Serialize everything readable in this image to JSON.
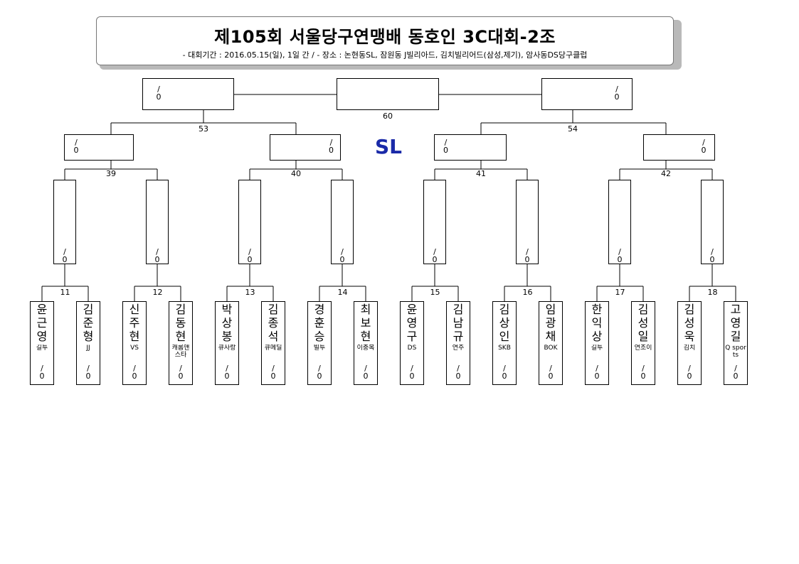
{
  "header": {
    "title": "제105회 서울당구연맹배 동호인 3C대회-2조",
    "subtitle": "- 대회기간 : 2016.05.15(일), 1일 간 / - 장소 : 논현동SL, 잠원동 J빌리아드, 김치빌리어드(삼성,제기), 암사동DS당구클럽"
  },
  "venue_label": "SL",
  "score_placeholder": "/ 0",
  "match_numbers": {
    "final": "60",
    "semi_left": "53",
    "semi_right": "54",
    "qf": [
      "39",
      "40",
      "41",
      "42"
    ],
    "r16": [
      "11",
      "12",
      "13",
      "14",
      "15",
      "16",
      "17",
      "18"
    ]
  },
  "players": [
    {
      "name": "윤근영",
      "club": "길투"
    },
    {
      "name": "김준형",
      "club": "JJ"
    },
    {
      "name": "신주현",
      "club": "VS"
    },
    {
      "name": "김동현",
      "club": "캐롬앤스타"
    },
    {
      "name": "박상봉",
      "club": "큐사랑"
    },
    {
      "name": "김종석",
      "club": "큐메딜"
    },
    {
      "name": "경훈승",
      "club": "빌투"
    },
    {
      "name": "최보현",
      "club": "이충복"
    },
    {
      "name": "윤영구",
      "club": "DS"
    },
    {
      "name": "김남규",
      "club": "연주"
    },
    {
      "name": "김상인",
      "club": "SKB"
    },
    {
      "name": "임광채",
      "club": "BOK"
    },
    {
      "name": "한익상",
      "club": "길투"
    },
    {
      "name": "김성일",
      "club": "연조이"
    },
    {
      "name": "김성욱",
      "club": "김치"
    },
    {
      "name": "고영길",
      "club": "Q sports"
    }
  ]
}
